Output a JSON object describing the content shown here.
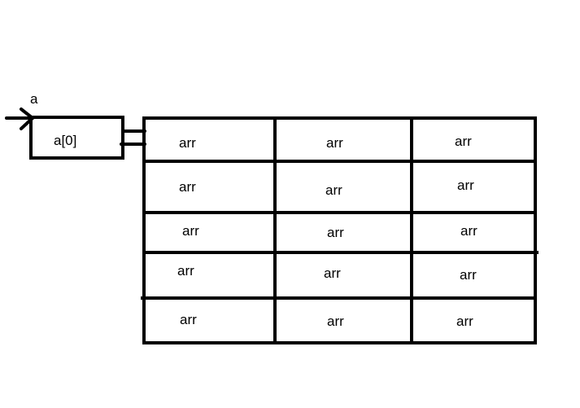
{
  "pointer": {
    "label": "a"
  },
  "element": {
    "label": "a[0]"
  },
  "grid": {
    "rows": [
      [
        "arr",
        "arr",
        "arr"
      ],
      [
        "arr",
        "arr",
        "arr"
      ],
      [
        "arr",
        "arr",
        "arr"
      ],
      [
        "arr",
        "arr",
        "arr"
      ],
      [
        "arr",
        "arr",
        "arr"
      ]
    ]
  },
  "colors": {
    "stroke": "#000000",
    "background": "#ffffff"
  }
}
